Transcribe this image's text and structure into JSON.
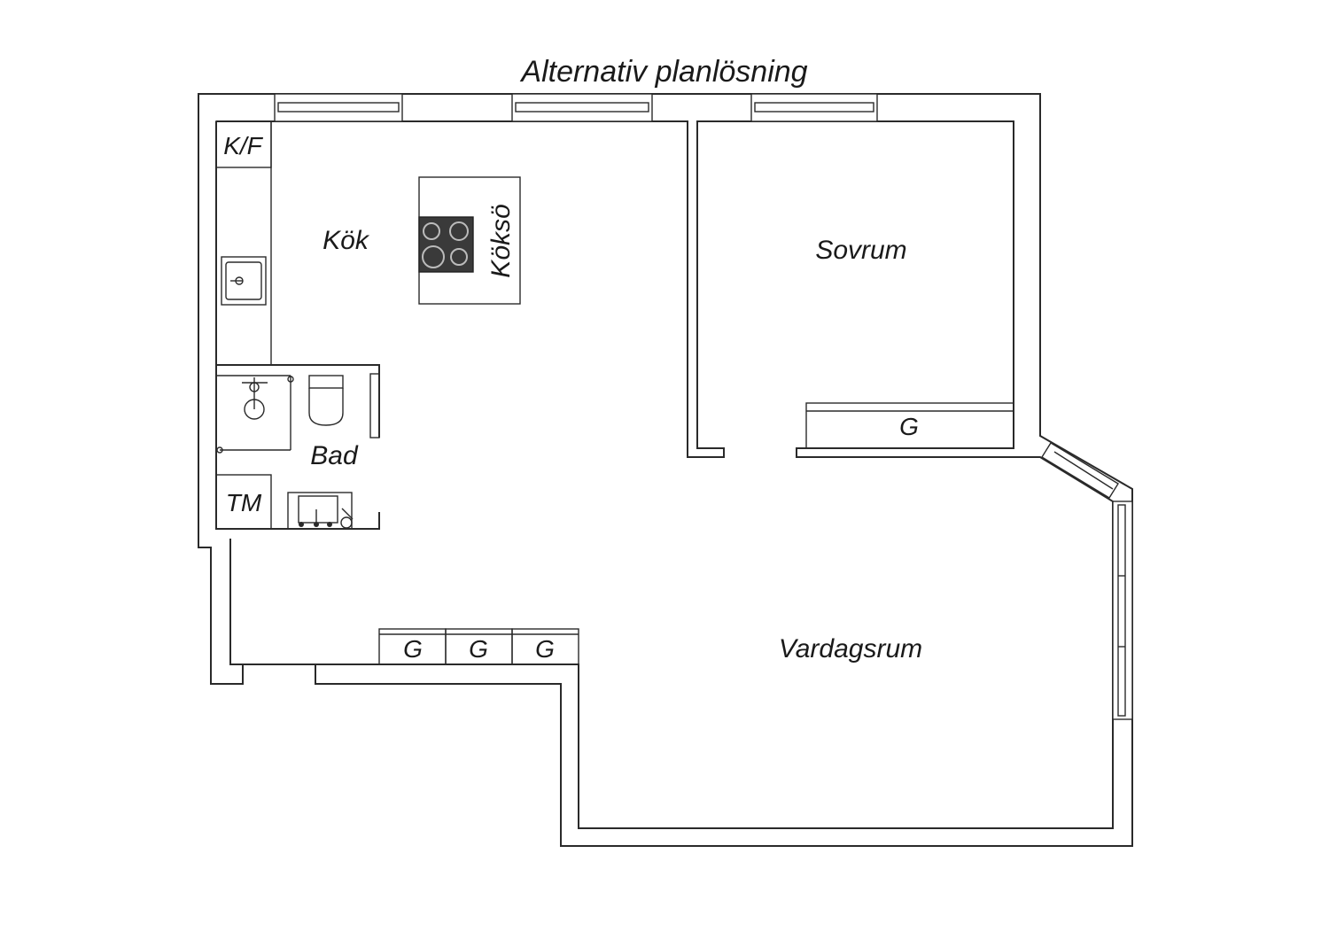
{
  "title": "Alternativ planlösning",
  "rooms": {
    "kitchen": "Kök",
    "island": "Köksö",
    "bedroom": "Sovrum",
    "bath": "Bad",
    "living": "Vardagsrum"
  },
  "fixtures": {
    "fridge_freezer": "K/F",
    "washer": "TM",
    "wardrobe_bedroom": "G",
    "wardrobes_living": [
      "G",
      "G",
      "G"
    ]
  }
}
